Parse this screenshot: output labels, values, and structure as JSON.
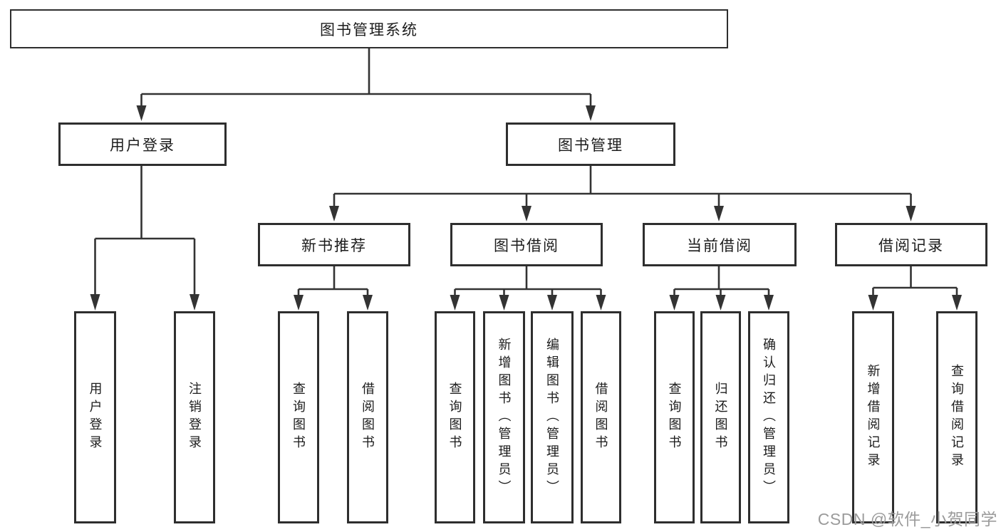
{
  "colors": {
    "line": "#333333",
    "border": "#2e2e2e",
    "text": "#1c1c1c",
    "watermark": "#9b9b9b",
    "background": "#ffffff"
  },
  "watermark": {
    "text": "CSDN @软件_小贺同学"
  },
  "tree": {
    "label": "图书管理系统",
    "children": [
      {
        "label": "用户登录",
        "children": [
          {
            "label": "用户登录"
          },
          {
            "label": "注销登录"
          }
        ]
      },
      {
        "label": "图书管理",
        "children": [
          {
            "label": "新书推荐",
            "children": [
              {
                "label": "查询图书"
              },
              {
                "label": "借阅图书"
              }
            ]
          },
          {
            "label": "图书借阅",
            "children": [
              {
                "label": "查询图书"
              },
              {
                "label": "新增图书（管理员）"
              },
              {
                "label": "编辑图书（管理员）"
              },
              {
                "label": "借阅图书"
              }
            ]
          },
          {
            "label": "当前借阅",
            "children": [
              {
                "label": "查询图书"
              },
              {
                "label": "归还图书"
              },
              {
                "label": "确认归还（管理员）"
              }
            ]
          },
          {
            "label": "借阅记录",
            "children": [
              {
                "label": "新增借阅记录"
              },
              {
                "label": "查询借阅记录"
              }
            ]
          }
        ]
      }
    ]
  }
}
